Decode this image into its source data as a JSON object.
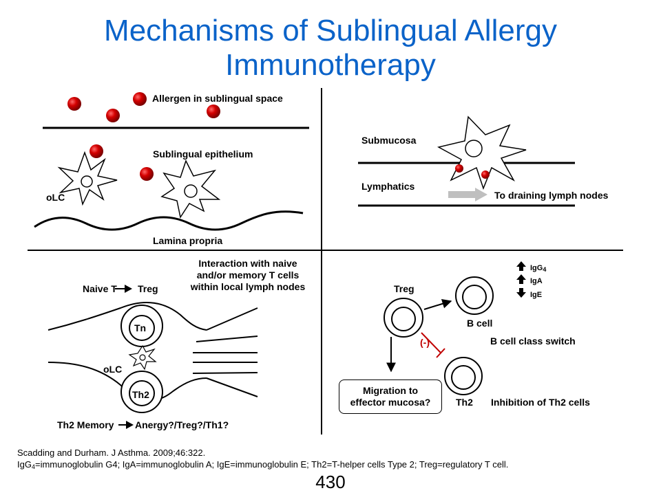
{
  "title": {
    "line1": "Mechanisms of Sublingual Allergy",
    "line2": "Immunotherapy"
  },
  "top_left": {
    "allergen_label": "Allergen in sublingual space",
    "epithelium_label": "Sublingual epithelium",
    "olc_label": "oLC",
    "lamina_label": "Lamina propria"
  },
  "top_right": {
    "submucosa_label": "Submucosa",
    "lymphatics_label": "Lymphatics",
    "draining_label": "To draining lymph nodes"
  },
  "bottom_left": {
    "naive_label": "Naive T",
    "treg_label": "Treg",
    "interaction_line1": "Interaction with naive",
    "interaction_line2": "and/or memory  T cells",
    "interaction_line3": "within local lymph nodes",
    "tn_label": "Tn",
    "olc_label": "oLC",
    "th2_label": "Th2",
    "memory_label": "Th2 Memory",
    "outcome_label": "Anergy?/Treg?/Th1?"
  },
  "bottom_right": {
    "treg_label": "Treg",
    "igg4_label": "IgG",
    "igg4_sub": "4",
    "iga_label": "IgA",
    "ige_label": "IgE",
    "bcell_label": "B cell",
    "class_switch_label": "B cell class switch",
    "inhibit_marker": "(-)",
    "migration_line1": "Migration to",
    "migration_line2": "effector mucosa?",
    "th2_label": "Th2",
    "inhibition_label": "Inhibition of Th2 cells"
  },
  "footnote": {
    "citation": "Scadding and Durham. J Asthma. 2009;46:322.",
    "abbr_igg": "IgG",
    "abbr_igg_sub": "4",
    "abbr_rest": "=immunoglobulin  G4; IgA=immunoglobulin  A; IgE=immunoglobulin  E; Th2=T-helper  cells Type 2; Treg=regulatory  T cell."
  },
  "page_number": "430",
  "colors": {
    "title": "#0b63c9",
    "allergen": "#c80000",
    "inhibition": "#c00000",
    "arrow_gray": "#bfbfbf"
  }
}
